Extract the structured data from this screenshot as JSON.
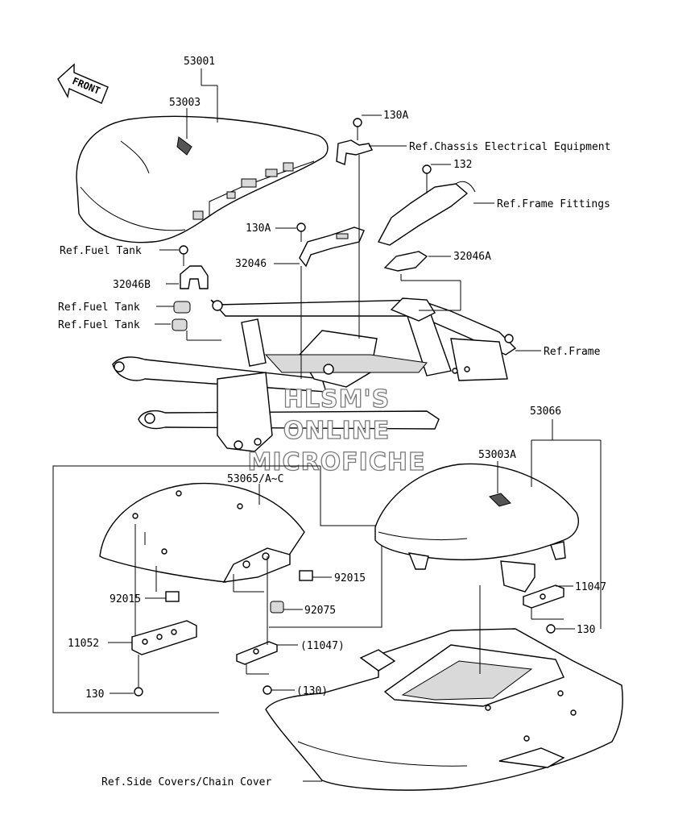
{
  "labels": {
    "p53001": "53001",
    "p53003": "53003",
    "p130A_top": "130A",
    "ref_chassis": "Ref.Chassis Electrical Equipment",
    "p132": "132",
    "ref_frame_fittings": "Ref.Frame Fittings",
    "p130A_mid": "130A",
    "ref_fuel_tank_1": "Ref.Fuel Tank",
    "p32046": "32046",
    "p32046A": "32046A",
    "p32046B": "32046B",
    "ref_fuel_tank_2": "Ref.Fuel Tank",
    "ref_fuel_tank_3": "Ref.Fuel Tank",
    "ref_frame": "Ref.Frame",
    "p53066": "53066",
    "p53003A": "53003A",
    "p53065": "53065/A~C",
    "p92015_r": "92015",
    "p92015_l": "92015",
    "p92075": "92075",
    "p11047": "11047",
    "p11052": "11052",
    "p11047_paren": "(11047)",
    "p130_r": "130",
    "p130_paren": "(130)",
    "p130_l": "130",
    "ref_side_covers": "Ref.Side Covers/Chain Cover"
  },
  "front_arrow": {
    "text": "FRONT",
    "icon": "front-direction-arrow-icon"
  },
  "watermark": {
    "line1": "HLSM'S",
    "line2": "ONLINE",
    "line3": "MICROFICHE"
  }
}
